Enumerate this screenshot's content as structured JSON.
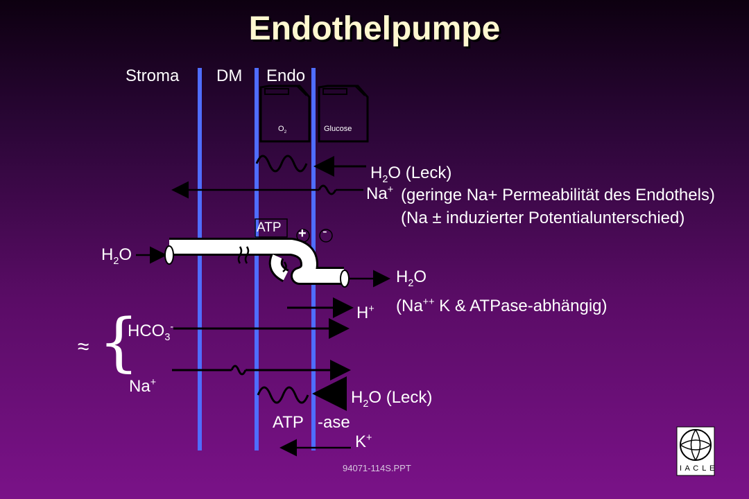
{
  "title": "Endothelpumpe",
  "layers": {
    "stroma": "Stroma",
    "dm": "DM",
    "endo": "Endo"
  },
  "canisters": {
    "o2_label": "O",
    "o2_sub": "2",
    "glucose_label": "Glucose"
  },
  "h2o_leck_top": {
    "main": "H",
    "sub": "2",
    "rest": "O (Leck)"
  },
  "na_top": {
    "main": "Na",
    "sup": "+"
  },
  "note_line1": "(geringe Na+ Permeabilität des Endothels)",
  "note_line2": "(Na ± induzierter Potentialunterschied)",
  "atp_box": "ATP",
  "plus_sign": "+",
  "minus_sign": "-",
  "h2o_left": {
    "main": "H",
    "sub": "2",
    "rest": "O"
  },
  "h2o_right": {
    "main": "H",
    "sub": "2",
    "rest": "O"
  },
  "na_k_note": {
    "open": "(Na",
    "sup": "++",
    "rest": "K & ATPase-abhängig)"
  },
  "h_plus": {
    "main": "H",
    "sup": "+"
  },
  "approx_symbol": "≈",
  "brace": "{",
  "hco3": {
    "main": "HCO",
    "sub": "3",
    "sup": "-"
  },
  "na_bottom": {
    "main": "Na",
    "sup": "+"
  },
  "h2o_leck_bottom": {
    "main": "H",
    "sub": "2",
    "rest": "O (Leck)"
  },
  "atp_ase": {
    "atp": "ATP",
    "ase": "-ase"
  },
  "k_plus": {
    "main": "K",
    "sup": "+"
  },
  "footer": "94071-114S.PPT",
  "logo_text": "I A C L E",
  "colors": {
    "membrane": "#4f6dff",
    "arrow": "#000000",
    "title": "#fff8d0"
  }
}
